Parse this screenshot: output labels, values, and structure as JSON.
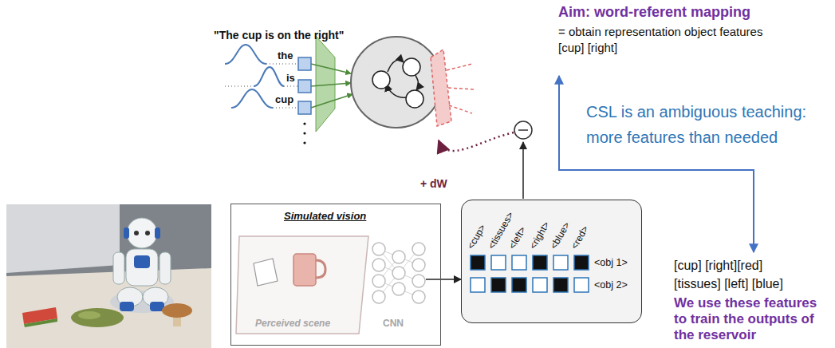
{
  "diagram": {
    "nodes": [
      {
        "text": [
          "Simulated vision",
          "Perceived scene",
          "CNN"
        ]
      },
      {
        "text": [
          "<cup>",
          "<tissues>",
          "<left>",
          "<right>",
          "<blue>",
          "<red>",
          "<obj 1>",
          "<obj 2>"
        ]
      }
    ],
    "edges": [
      {
        "from": 0,
        "to": 1,
        "arrow": "to"
      }
    ],
    "labels": [
      "\"The cup is on the right\"",
      "the",
      "is",
      "cup",
      "+ dW",
      "Aim: word-referent mapping",
      "= obtain representation object features",
      "[cup] [right]",
      "CSL is an ambiguous teaching: more features than needed",
      "[cup] [right][red]",
      "[tissues] [left] [blue]",
      "We use these features to train the outputs of the reservoir"
    ]
  }
}
